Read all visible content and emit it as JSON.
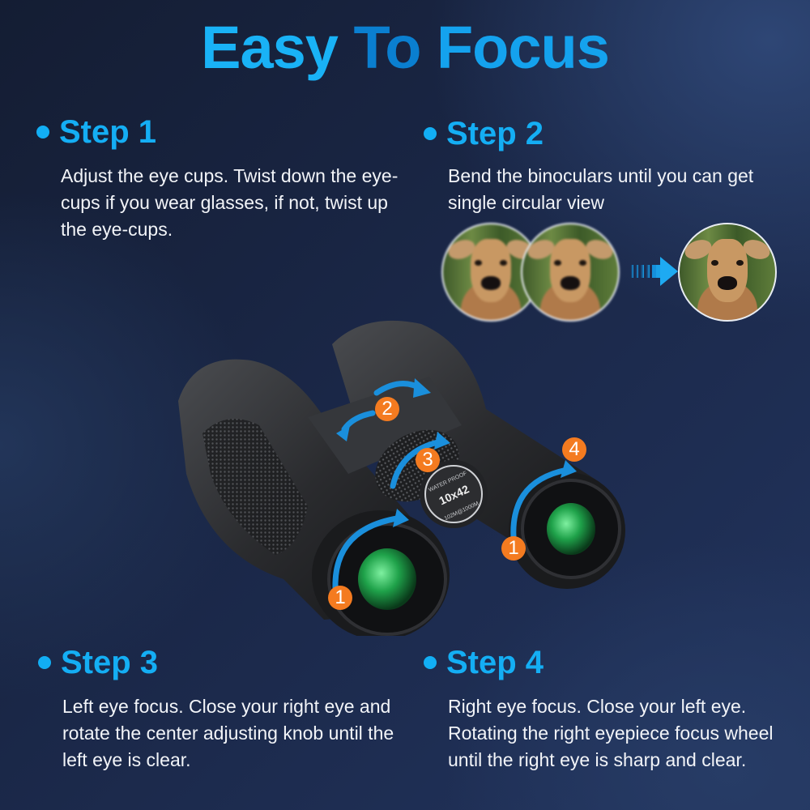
{
  "title": {
    "word1": "Easy",
    "word2": "To",
    "word3": "Focus"
  },
  "colors": {
    "accent": "#14aef4",
    "accent_dark": "#0a7fd0",
    "badge": "#f47b20",
    "text": "#f2f4f8"
  },
  "steps": [
    {
      "title": "Step 1",
      "text": "Adjust the eye cups. Twist down the eye-cups if you wear glasses, if not, twist up the eye-cups."
    },
    {
      "title": "Step 2",
      "text": "Bend the binoculars until you can get single circular view"
    },
    {
      "title": "Step 3",
      "text": "Left eye focus. Close your right eye and rotate the center adjusting knob until the left eye is clear."
    },
    {
      "title": "Step 4",
      "text": "Right eye focus. Close your left eye. Rotating the right eyepiece focus wheel until the right eye is sharp and clear."
    }
  ],
  "binoculars": {
    "model": "10x42",
    "label_top": "WATER PROOF",
    "label_bottom": "102M@1000M",
    "badges": [
      "1",
      "1",
      "2",
      "3",
      "4"
    ]
  },
  "icons": {
    "bullet": "dot-icon",
    "arrow": "arrow-right-icon",
    "rotation": "curved-arrow-icon"
  }
}
